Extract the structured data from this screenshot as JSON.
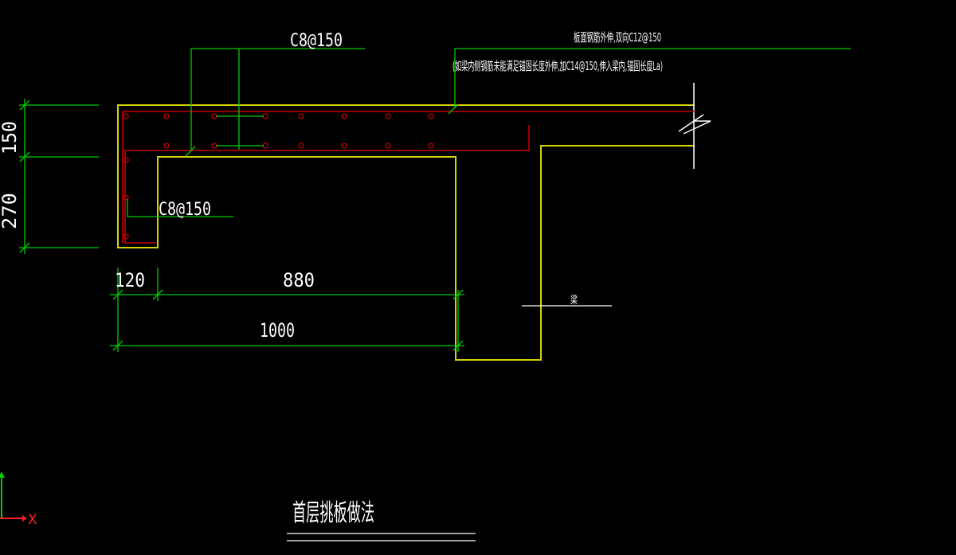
{
  "drawing": {
    "background": "#000000",
    "colors": {
      "outline": "#d4d400",
      "rebar": "#c00000",
      "dimension": "#00cc00",
      "leader": "#00cc00",
      "text": "#ffffff",
      "axis_x": "#ff2020",
      "axis_y": "#00cc00"
    },
    "labels": {
      "top_rebar_callout": "C8@150",
      "left_rebar_callout": "C8@150",
      "note_line1": "板面钢筋外伸,双向C12@150",
      "note_line2": "(如梁内侧钢筋未能满足锚固长度外伸,加C14@150,伸入梁内,锚固长度La)",
      "beam_label": "梁",
      "title": "首层挑板做法"
    },
    "dimensions": {
      "vertical_top": "150",
      "vertical_bottom": "270",
      "horizontal_left": "120",
      "horizontal_mid": "880",
      "horizontal_total": "1000"
    },
    "axis": {
      "x_label": "X"
    }
  }
}
